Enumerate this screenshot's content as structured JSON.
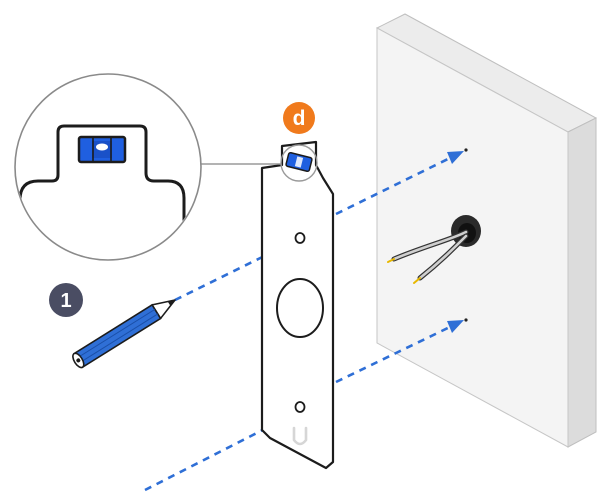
{
  "step": {
    "number_label": "1",
    "callout_label": "d"
  },
  "colors": {
    "accent_blue": "#2f6fd6",
    "level_blue": "#1f5fe0",
    "callout_orange": "#f07a1c",
    "step_badge": "#4a4d63",
    "outline": "#1c1c1c",
    "wall_front": "#f4f4f4",
    "wall_side": "#dcdcdc",
    "wire_yellow": "#e8b800"
  },
  "icons": {
    "pencil": "pencil-icon",
    "bubble_level": "bubble-level-icon",
    "logo": "ubiquiti-u-logo"
  }
}
